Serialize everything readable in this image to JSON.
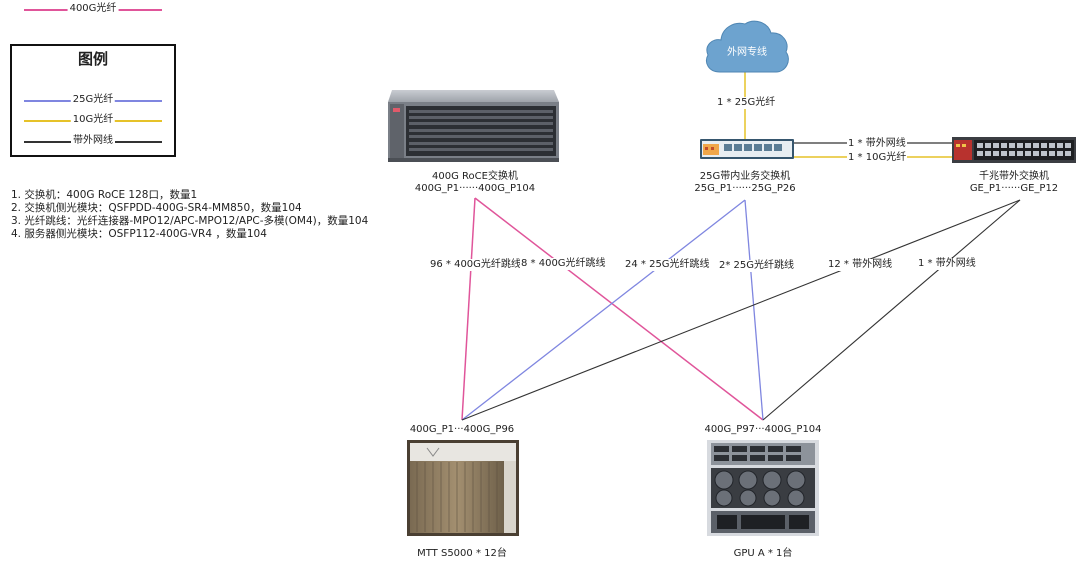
{
  "legend": {
    "title": "图例",
    "items": [
      {
        "label": "400G光纤",
        "color": "#e0559a"
      },
      {
        "label": "25G光纤",
        "color": "#7f86e0"
      },
      {
        "label": "10G光纤",
        "color": "#e6c229"
      },
      {
        "label": "带外网线",
        "color": "#333333"
      }
    ]
  },
  "notes": [
    "1. 交换机：400G RoCE 128口，数量1",
    "2. 交换机侧光模块：QSFPDD-400G-SR4-MM850，数量104",
    "3. 光纤跳线：光纤连接器-MPO12/APC-MPO12/APC-多模(OM4)，数量104",
    "4. 服务器侧光模块：OSFP112-400G-VR4 ，数量104"
  ],
  "nodes": {
    "cloud": {
      "label": "外网专线"
    },
    "roce_switch": {
      "name": "400G RoCE交换机",
      "ports": "400G_P1······400G_P104"
    },
    "biz_switch": {
      "name": "25G带内业务交换机",
      "ports": "25G_P1······25G_P26"
    },
    "oob_switch": {
      "name": "千兆带外交换机",
      "ports": "GE_P1······GE_P12"
    },
    "mtt_server": {
      "ports": "400G_P1···400G_P96",
      "caption": "MTT S5000 * 12台"
    },
    "gpu_server": {
      "ports": "400G_P97···400G_P104",
      "caption": "GPU A * 1台"
    }
  },
  "links": {
    "cloud_biz": "1 * 25G光纤",
    "biz_oob_copper": "1 * 带外网线",
    "biz_oob_fiber": "1 * 10G光纤",
    "roce_mtt": "96 * 400G光纤跳线",
    "roce_gpu": "8 * 400G光纤跳线",
    "biz_mtt": "24 * 25G光纤跳线",
    "biz_gpu": "2* 25G光纤跳线",
    "oob_mtt": "12 * 带外网线",
    "oob_gpu": "1 * 带外网线"
  }
}
